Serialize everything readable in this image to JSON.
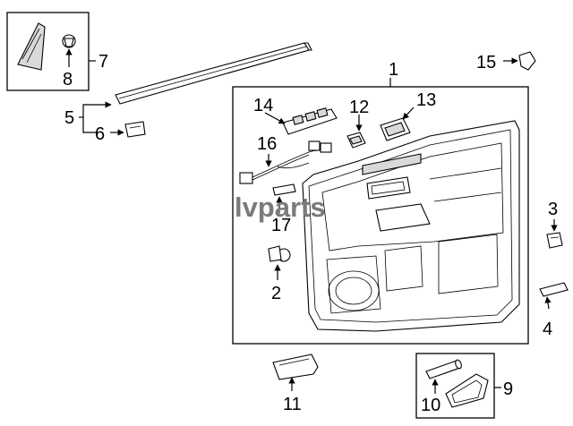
{
  "diagram": {
    "callouts": {
      "c1": "1",
      "c2": "2",
      "c3": "3",
      "c4": "4",
      "c5": "5",
      "c6": "6",
      "c7": "7",
      "c8": "8",
      "c9": "9",
      "c10": "10",
      "c11": "11",
      "c12": "12",
      "c13": "13",
      "c14": "14",
      "c15": "15",
      "c16": "16",
      "c17": "17"
    },
    "watermark": "lvparts"
  }
}
